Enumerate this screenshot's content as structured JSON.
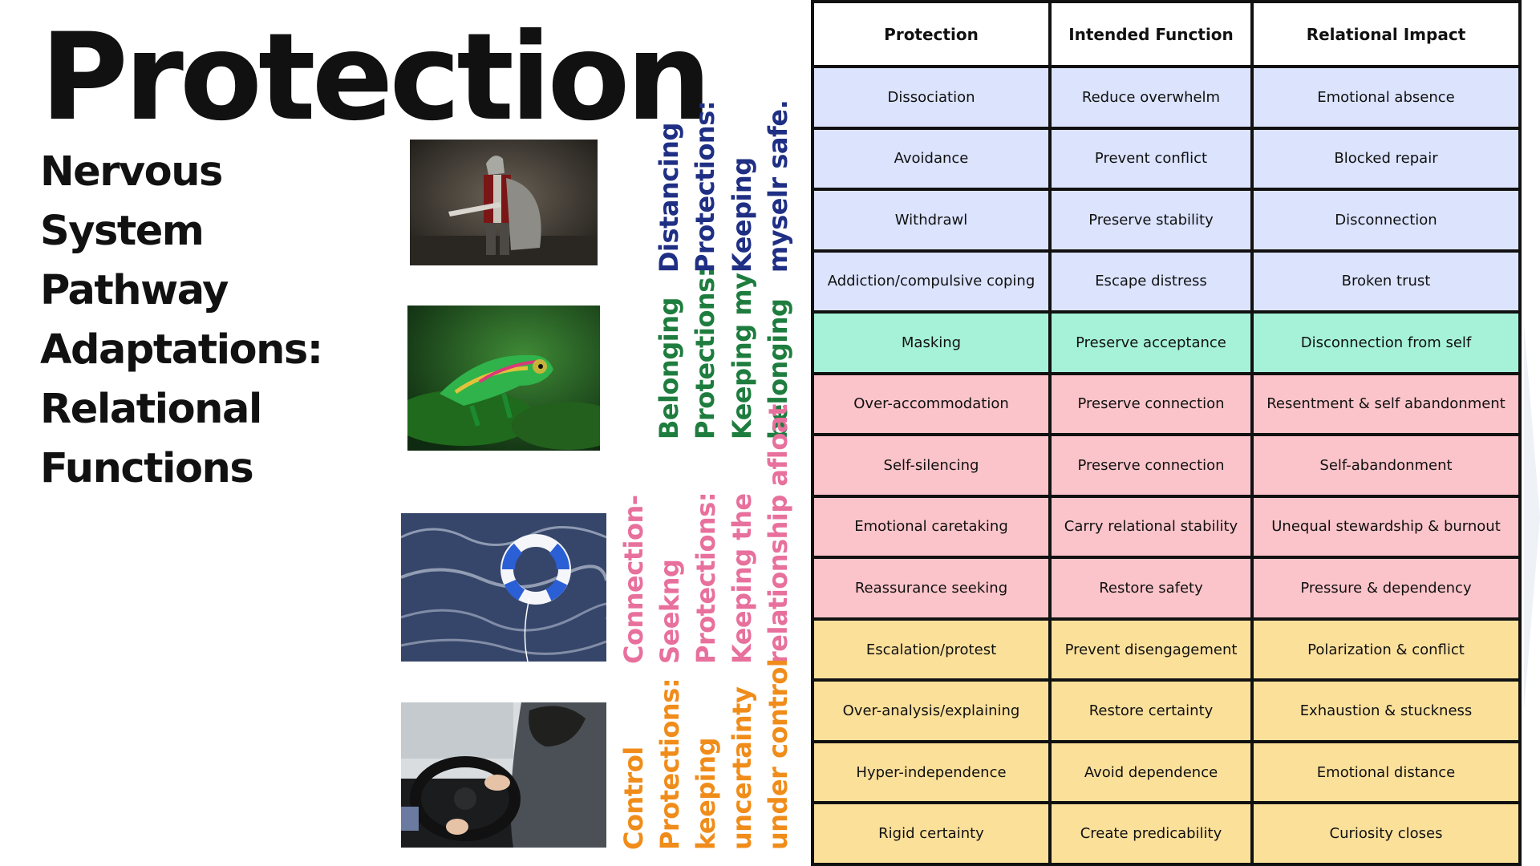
{
  "title": "Protection",
  "subtitle_lines": [
    "Nervous System",
    "Pathway",
    "Adaptations:",
    "Relational",
    "Functions"
  ],
  "images": [
    {
      "icon": "knight-with-shield-photo"
    },
    {
      "icon": "chameleon-photo"
    },
    {
      "icon": "life-ring-in-sea-photo"
    },
    {
      "icon": "driver-at-steering-wheel-photo"
    }
  ],
  "categories": [
    {
      "color": "#1f2f84",
      "lines": [
        "Distancing",
        "Protections:",
        "Keeping",
        "myselr safe."
      ]
    },
    {
      "color": "#1e7d3e",
      "lines": [
        "Belonging",
        "Protections:",
        "Keeping my",
        "belonging"
      ]
    },
    {
      "color": "#e8709c",
      "lines": [
        "Connection-",
        "Seekng",
        "Protections:",
        "Keeping the",
        "relationship afloat"
      ]
    },
    {
      "color": "#f08c1a",
      "lines": [
        "Control",
        "Protections:",
        "keeping",
        "uncertainty",
        "under control"
      ]
    }
  ],
  "table": {
    "headers": [
      "Protection",
      "Intended Function",
      "Relational Impact"
    ],
    "rows": [
      {
        "cells": [
          "Dissociation",
          "Reduce overwhelm",
          "Emotional absence"
        ],
        "color": "#dbe3fd"
      },
      {
        "cells": [
          "Avoidance",
          "Prevent conflict",
          "Blocked repair"
        ],
        "color": "#dbe3fd"
      },
      {
        "cells": [
          "Withdrawl",
          "Preserve stability",
          "Disconnection"
        ],
        "color": "#dbe3fd"
      },
      {
        "cells": [
          "Addiction/compulsive coping",
          "Escape distress",
          "Broken trust"
        ],
        "color": "#dbe3fd"
      },
      {
        "cells": [
          "Masking",
          "Preserve acceptance",
          "Disconnection from self"
        ],
        "color": "#a5f2d8"
      },
      {
        "cells": [
          "Over-accommodation",
          "Preserve connection",
          "Resentment & self abandonment"
        ],
        "color": "#fbc4ca"
      },
      {
        "cells": [
          "Self-silencing",
          "Preserve connection",
          "Self-abandonment"
        ],
        "color": "#fbc4ca"
      },
      {
        "cells": [
          "Emotional caretaking",
          "Carry relational stability",
          "Unequal stewardship & burnout"
        ],
        "color": "#fbc4ca"
      },
      {
        "cells": [
          "Reassurance seeking",
          "Restore safety",
          "Pressure & dependency"
        ],
        "color": "#fbc4ca"
      },
      {
        "cells": [
          "Escalation/protest",
          "Prevent disengagement",
          "Polarization & conflict"
        ],
        "color": "#fbe09a"
      },
      {
        "cells": [
          "Over-analysis/explaining",
          "Restore certainty",
          "Exhaustion & stuckness"
        ],
        "color": "#fbe09a"
      },
      {
        "cells": [
          "Hyper-independence",
          "Avoid dependence",
          "Emotional distance"
        ],
        "color": "#fbe09a"
      },
      {
        "cells": [
          "Rigid certainty",
          "Create predicability",
          "Curiosity closes"
        ],
        "color": "#fbe09a"
      }
    ]
  }
}
